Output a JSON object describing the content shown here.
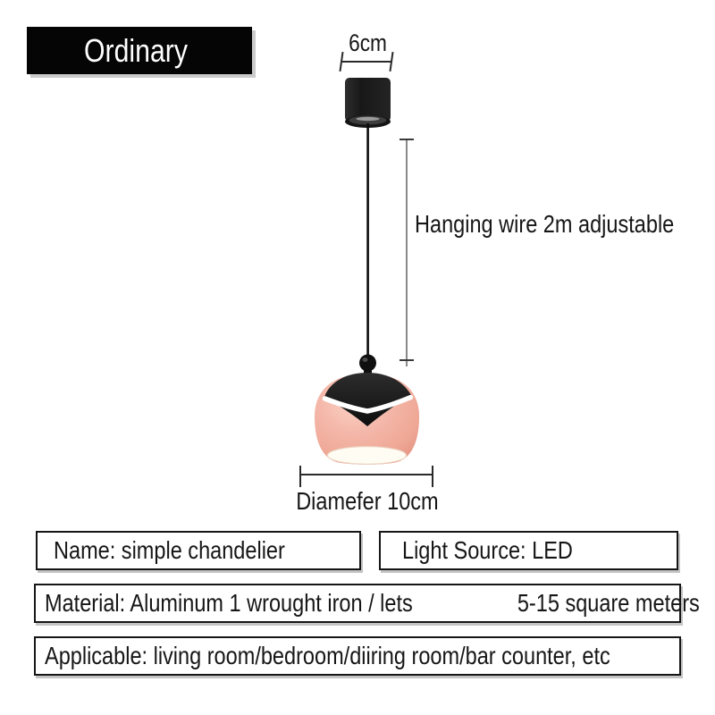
{
  "badge": {
    "label": "Ordinary"
  },
  "measurements": {
    "top_width": "6cm",
    "wire": "Hanging wire 2m adjustable",
    "diameter": "Diamefer 10cm"
  },
  "lamp": {
    "colors": {
      "shade_pink": "#f2b1a3",
      "cap_black": "#1c1c1c",
      "opening_white": "#fffdf3",
      "badge_bg": "#050505",
      "measure_gray": "#8a8a8a"
    }
  },
  "specs": {
    "name": "Name: simple chandelier",
    "light_source": "Light Source: LED",
    "material": "Material: Aluminum 1 wrought iron / lets",
    "coverage": "5-15 square meters",
    "applicable": "Applicable: living room/bedroom/diiring room/bar counter, etc"
  }
}
